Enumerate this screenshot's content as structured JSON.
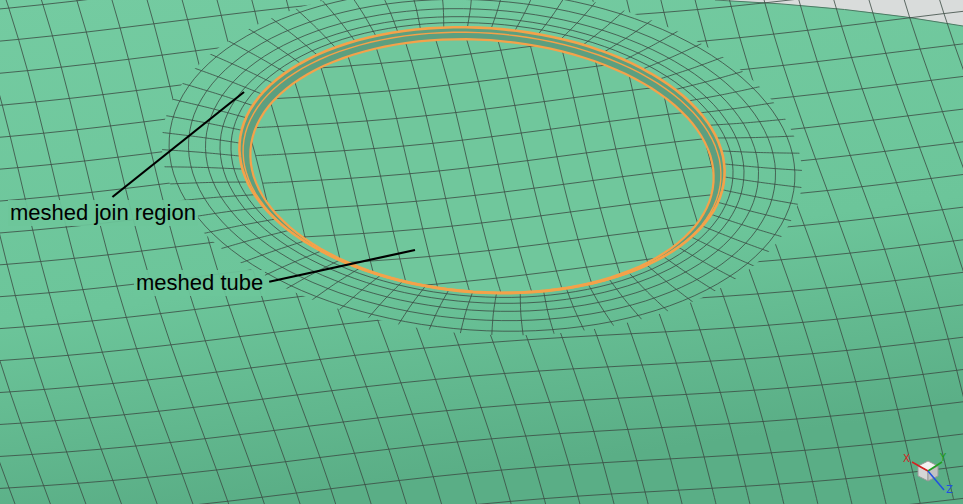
{
  "diagram": {
    "labels": [
      "meshed join region",
      "meshed tube",
      "X",
      "Y",
      "Z"
    ]
  }
}
